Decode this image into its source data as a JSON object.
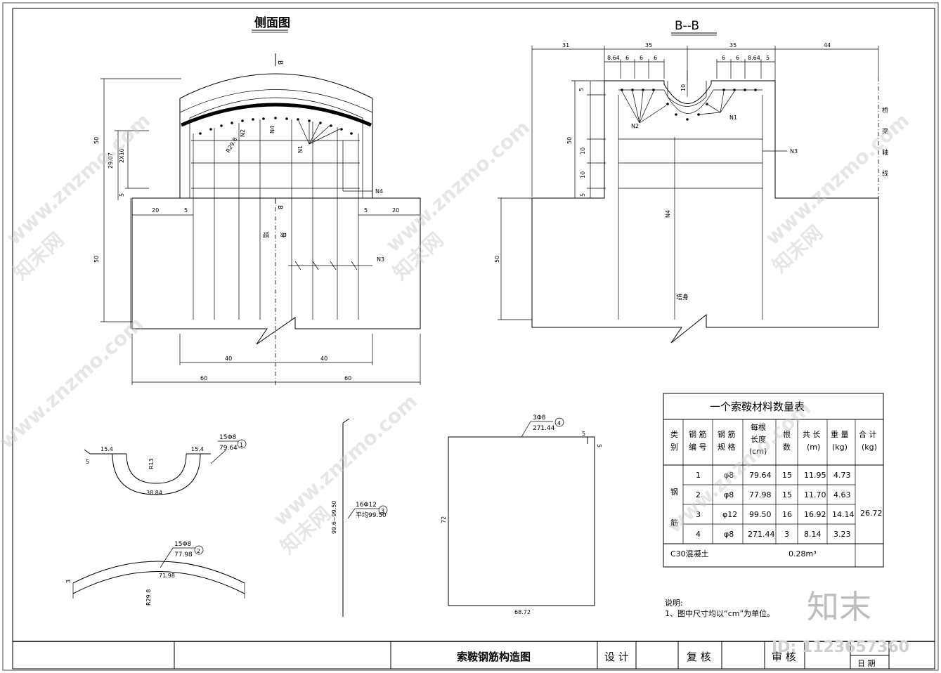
{
  "side_view": {
    "title": "侧面图",
    "section_mark": "B",
    "tower_label_1": "塔",
    "tower_label_2": "身",
    "dims": {
      "h50_top": "50",
      "h2907": "29.07",
      "h2x10": "2X10",
      "h5": "5",
      "h50_bot": "50",
      "w20": "20",
      "w5a": "5",
      "w5b": "5",
      "w20b": "20",
      "w40a": "40",
      "w40b": "40",
      "w60a": "60",
      "w60b": "60"
    },
    "rebar_tags": {
      "n2": "N2",
      "n4": "N4",
      "n1": "N1",
      "n4b": "N4",
      "n3": "N3",
      "r": "R29.8"
    }
  },
  "section_bb": {
    "title": "B--B",
    "tower_label": "塔身",
    "axis_label": [
      "桥",
      "梁",
      "轴",
      "线"
    ],
    "dims": {
      "d31": "31",
      "d35a": "35",
      "d35b": "35",
      "d44": "44",
      "sub_left": [
        "8.64",
        "6",
        "6",
        "6"
      ],
      "sub_right": [
        "6",
        "6",
        "8.64",
        "5"
      ],
      "h10": "10",
      "h50": "50",
      "h10a": "10",
      "h10b": "10",
      "h5a": "5",
      "h5b": "5",
      "h50b": "50"
    },
    "rebar_tags": {
      "n2": "N2",
      "n1": "N1",
      "n3": "N3",
      "n4": "N4"
    }
  },
  "bar_details": {
    "bar1": {
      "count_spec": "15Φ8",
      "length": "79.64",
      "no": "1",
      "left": "15.4",
      "right": "15.4",
      "radius": "R13",
      "arc": "38.84",
      "hook": "5"
    },
    "bar2": {
      "count_spec": "15Φ8",
      "length": "77.98",
      "no": "2",
      "arc": "71.98",
      "radius": "R29.8",
      "end": "3"
    },
    "bar3": {
      "count_spec": "16Φ12",
      "length": "平均99.50",
      "no": "3",
      "vert": "99.6~99.50"
    },
    "bar4": {
      "count_spec": "3Φ8",
      "length": "271.44",
      "no": "4",
      "h": "72",
      "w": "68.72",
      "hook_a": "5",
      "hook_b": "5"
    }
  },
  "material_table": {
    "title": "一个索鞍材料数量表",
    "headers": [
      "类\n别",
      "钢 筋\n编 号",
      "钢 筋\n规 格",
      "每根\n长度\n(cm)",
      "根\n数",
      "共 长\n(m)",
      "重 量\n(kg)",
      "合 计\n(kg)"
    ],
    "category": [
      "钢",
      "筋"
    ],
    "rows": [
      [
        "1",
        "φ8",
        "79.64",
        "15",
        "11.95",
        "4.73"
      ],
      [
        "2",
        "φ8",
        "77.98",
        "15",
        "11.70",
        "4.63"
      ],
      [
        "3",
        "φ12",
        "99.50",
        "16",
        "16.92",
        "14.14"
      ],
      [
        "4",
        "φ8",
        "271.44",
        "3",
        "8.14",
        "3.23"
      ]
    ],
    "total": "26.72",
    "concrete_label": "C30混凝土",
    "concrete_value": "0.28m³"
  },
  "notes": {
    "title": "说明:",
    "line1": "1、图中尺寸均以“cm”为单位。"
  },
  "title_block": {
    "drawing_name": "索鞍钢筋构造图",
    "design": "设 计",
    "check": "复 核",
    "review": "审 核",
    "date": "日 期"
  },
  "watermarks": {
    "site": "www.znzmo.com",
    "brand": "知末网",
    "logo": "知末",
    "id": "ID: 1123657360"
  }
}
